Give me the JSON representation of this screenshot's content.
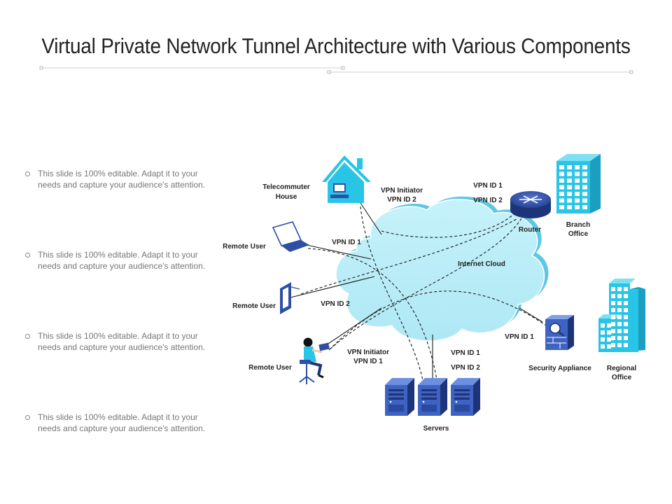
{
  "title": "Virtual Private Network Tunnel Architecture with Various Components",
  "bullets": [
    {
      "line1": "This slide is 100% editable. Adapt it to your",
      "line2": "needs and capture your audience's attention."
    },
    {
      "line1": "This slide is 100% editable. Adapt it to your",
      "line2": "needs and capture your audience's attention."
    },
    {
      "line1": "This slide is 100% editable. Adapt it to your",
      "line2": "needs and capture your audience's attention."
    },
    {
      "line1": "This slide is 100% editable. Adapt it to your",
      "line2": "needs and capture your audience's attention."
    }
  ],
  "diagram": {
    "telecommuter": {
      "line1": "Telecommuter",
      "line2": "House"
    },
    "vpn_initiator_top": {
      "line1": "VPN Initiator",
      "line2": "VPN ID 2"
    },
    "vpn_id1_top": "VPN ID 1",
    "vpn_id2_top": "VPN ID 2",
    "router": "Router",
    "branch_office": {
      "line1": "Branch",
      "line2": "Office"
    },
    "remote_user_laptop": "Remote User",
    "vpn_id1_laptop": "VPN ID 1",
    "internet_cloud": "Internet Cloud",
    "remote_user_tablet": "Remote User",
    "vpn_id2_tablet": "VPN ID 2",
    "vpn_id1_security": "VPN ID 1",
    "security_appliance": "Security Appliance",
    "regional_office": {
      "line1": "Regional",
      "line2": "Office"
    },
    "remote_user_person": "Remote User",
    "vpn_initiator_bottom": {
      "line1": "VPN Initiator",
      "line2": "VPN ID 1"
    },
    "servers_vpn1": "VPN ID 1",
    "servers_vpn2": "VPN ID 2",
    "servers": "Servers"
  },
  "colors": {
    "cyan": "#29c5e6",
    "cyan_dark": "#1a9fc0",
    "cloud_fill": "#b9eef7",
    "cloud_stroke": "#5ec8e4",
    "navy": "#2e4fa3",
    "navy_dark": "#1d3578"
  }
}
